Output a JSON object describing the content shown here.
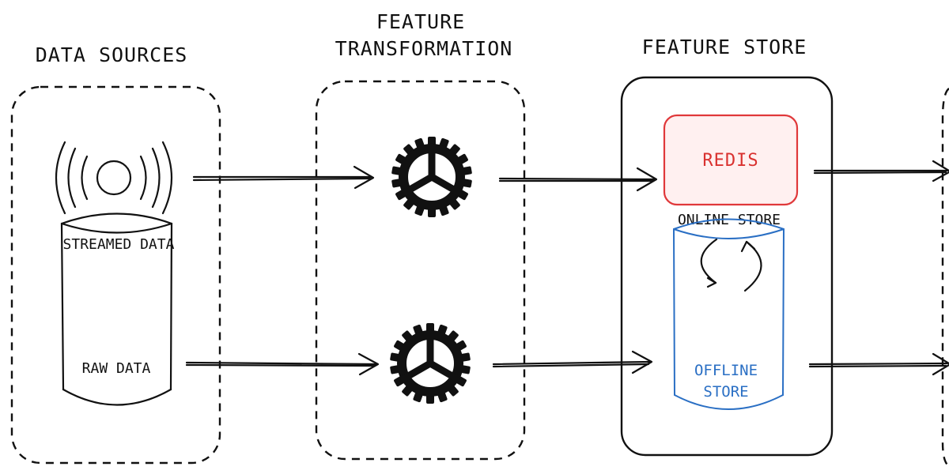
{
  "headings": {
    "data_sources": "DATA SOURCES",
    "feature_transformation_line1": "FEATURE",
    "feature_transformation_line2": "TRANSFORMATION",
    "feature_store": "FEATURE STORE"
  },
  "labels": {
    "streamed_data": "STREAMED DATA",
    "raw_data": "RAW DATA",
    "redis": "REDIS",
    "online_store": "ONLINE STORE",
    "offline_store_line1": "OFFLINE",
    "offline_store_line2": "STORE"
  },
  "colors": {
    "ink": "#111111",
    "redis_border": "#e0383a",
    "redis_fill": "#fff0f0",
    "redis_text": "#d9312f",
    "offline_border": "#2a6fc4",
    "offline_text": "#2a6fc4"
  },
  "icons": {
    "stream": "broadcast-signal-icon",
    "raw": "database-cylinder-icon",
    "transform": "gear-icon"
  }
}
